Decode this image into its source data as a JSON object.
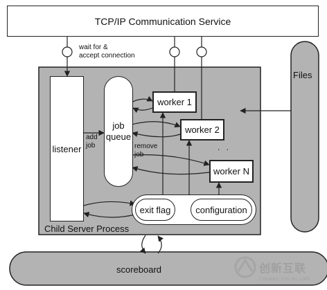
{
  "diagram": {
    "tcp_service": "TCP/IP Communication Service",
    "wait_accept": [
      "wait for &",
      "accept connection"
    ],
    "child_process": "Child Server Process",
    "listener": "listener",
    "job_queue": [
      "job",
      "queue"
    ],
    "add_job": [
      "add",
      "job"
    ],
    "remove_job": [
      "remove",
      "job"
    ],
    "workers": [
      "worker 1",
      "worker 2",
      "worker N"
    ],
    "ellipsis": ". .",
    "exit_flag": "exit flag",
    "configuration": "configuration",
    "files": "Files",
    "scoreboard": "scoreboard"
  },
  "watermark": {
    "cn": "创新互联",
    "pinyin": "CHUANG XIN HU LIAN"
  },
  "colors": {
    "gray_fill": "#b3b3b3",
    "stroke": "#222222",
    "watermark": "#9a9a9a"
  }
}
